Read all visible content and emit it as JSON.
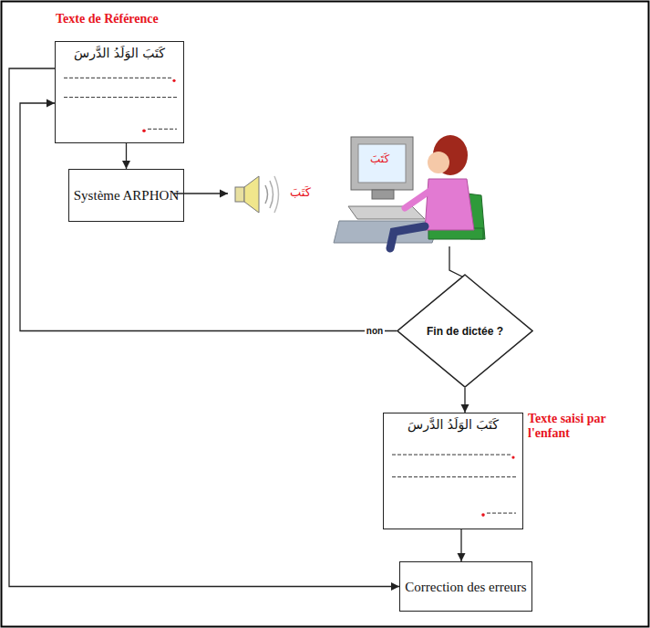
{
  "diagram": {
    "nodes": [
      {
        "text": [
          "Texte de Référence",
          "كَتَبَ الوَلَدُ الدَّرسَ"
        ]
      },
      {
        "text": [
          "Système ARPHON"
        ]
      },
      {
        "text": [
          "Fin de dictée ?"
        ]
      },
      {
        "text": [
          "Texte saisi par l'enfant",
          "كَتَبَ الوَلَدُ الدَّرسَ"
        ]
      },
      {
        "text": [
          "Correction des erreurs"
        ]
      }
    ],
    "edges": [
      {
        "from": 0,
        "to": 1,
        "arrow": "to"
      },
      {
        "from": 2,
        "to": 3,
        "arrow": "to"
      },
      {
        "from": 3,
        "to": 4,
        "arrow": "to"
      },
      {
        "from": 0,
        "to": 4,
        "arrow": "to"
      },
      {
        "from": 2,
        "to": 0,
        "label": "non",
        "arrow": "to"
      }
    ],
    "labels": [
      "كَتَبَ",
      "كَتَبَ"
    ]
  }
}
